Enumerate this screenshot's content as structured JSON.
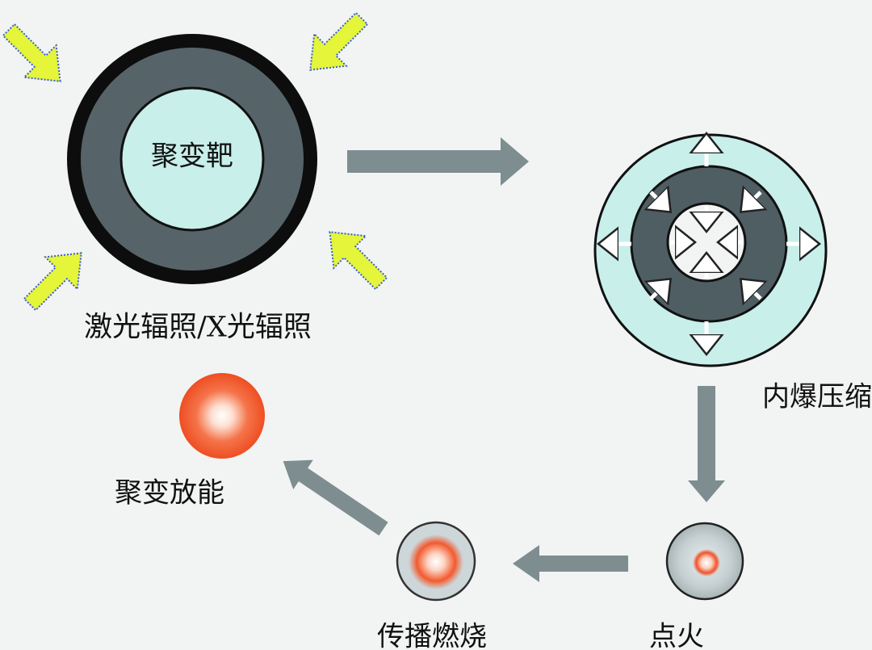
{
  "target_label": "聚变靶",
  "stages": {
    "irradiation": "激光辐照/X光辐照",
    "implosion": "内爆压缩",
    "ignition": "点火",
    "burn": "传播燃烧",
    "energy_release": "聚变放能"
  },
  "colors": {
    "background": "#f2f3f3",
    "cyan": "#c8efea",
    "dark_gray": "#4f5e63",
    "arrow_gray": "#7e8d90",
    "laser_yellow": "#e4f53a",
    "fusion_orange": "#f0582e"
  }
}
